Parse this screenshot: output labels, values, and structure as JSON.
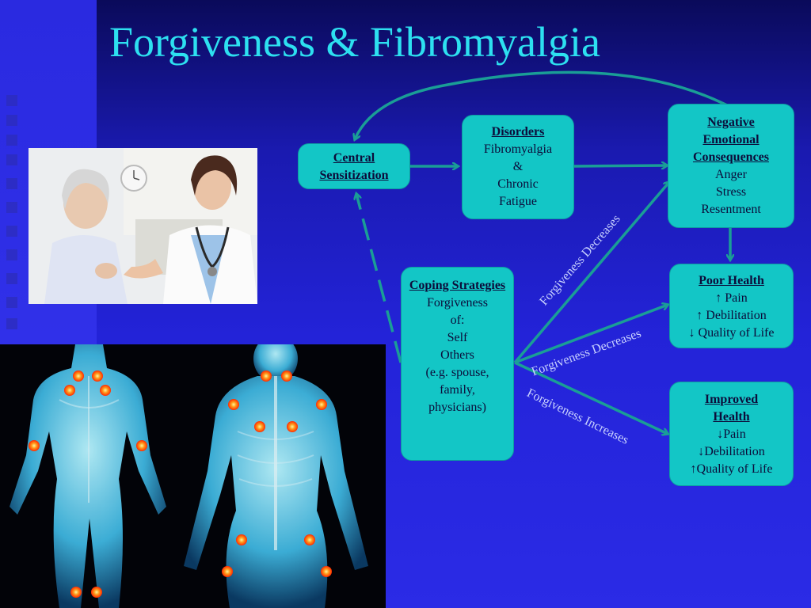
{
  "slide": {
    "title": "Forgiveness & Fibromyalgia"
  },
  "boxes": {
    "central": {
      "heading": "Central Sensitization",
      "lines": []
    },
    "disorders": {
      "heading": "Disorders",
      "lines": [
        "Fibromyalgia",
        "&",
        "Chronic",
        "Fatigue"
      ]
    },
    "negative": {
      "heading": "Negative Emotional Consequences",
      "lines": [
        "Anger",
        "Stress",
        "Resentment"
      ]
    },
    "coping": {
      "heading": "Coping Strategies",
      "lines": [
        "Forgiveness",
        "of:",
        "Self",
        "Others",
        "(e.g. spouse,",
        "family,",
        "physicians)"
      ]
    },
    "poor": {
      "heading": "Poor Health",
      "lines": [
        "↑ Pain",
        "↑ Debilitation",
        "↓ Quality of Life"
      ]
    },
    "improved": {
      "heading": "Improved Health",
      "lines": [
        "↓Pain",
        "↓Debilitation",
        "↑Quality of Life"
      ]
    }
  },
  "edge_labels": {
    "to_negative": "Forgiveness Decreases",
    "to_poor": "Forgiveness Decreases",
    "to_improved": "Forgiveness Increases"
  },
  "colors": {
    "title": "#2de0f0",
    "box_fill": "#13c6c6",
    "arrow": "#1a9e96",
    "label_text": "#c9d2ff"
  }
}
